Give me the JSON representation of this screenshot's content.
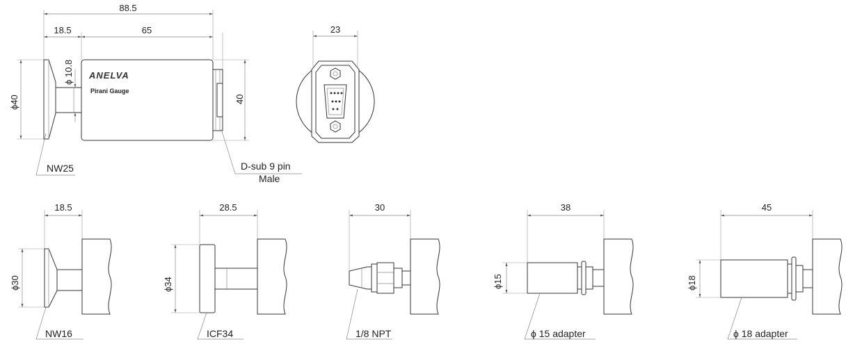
{
  "main_view": {
    "overall_length": "88.5",
    "flange_length": "18.5",
    "body_length": "65",
    "tube_diameter": "ϕ 10.8",
    "flange_diameter": "ϕ40",
    "body_height": "40",
    "brand": "ANELVA",
    "model": "Pirani Gauge",
    "flange_label": "NW25",
    "connector_line1": "D-sub 9 pin",
    "connector_line2": "Male"
  },
  "end_view": {
    "width": "23"
  },
  "variants": [
    {
      "length": "18.5",
      "diameter": "ϕ30",
      "label": "NW16"
    },
    {
      "length": "28.5",
      "diameter": "ϕ34",
      "label": "ICF34"
    },
    {
      "length": "30",
      "diameter": "",
      "label": "1/8 NPT"
    },
    {
      "length": "38",
      "diameter": "ϕ15",
      "label": "ϕ 15 adapter"
    },
    {
      "length": "45",
      "diameter": "ϕ18",
      "label": "ϕ 18 adapter"
    }
  ]
}
